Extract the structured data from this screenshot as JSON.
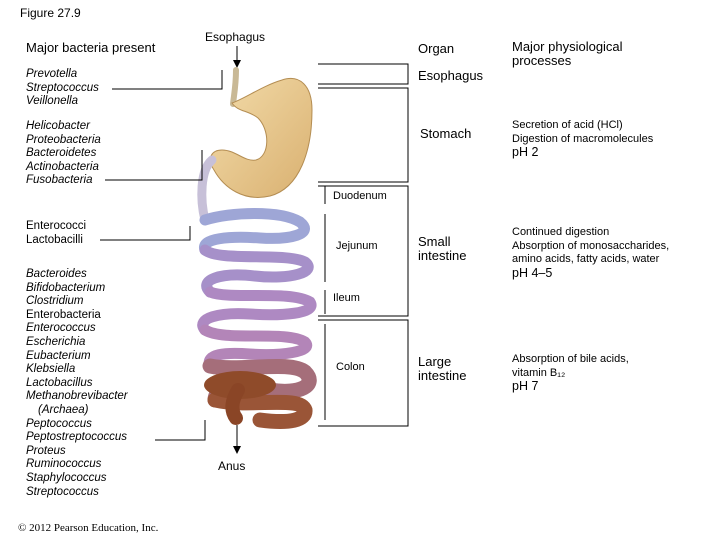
{
  "figure_label": "Figure 27.9",
  "headers": {
    "bacteria": "Major bacteria present",
    "organ": "Organ",
    "processes": "Major physiological processes"
  },
  "labels": {
    "esophagus_top": "Esophagus",
    "anus": "Anus",
    "duodenum": "Duodenum",
    "jejunum": "Jejunum",
    "ileum": "Ileum",
    "colon": "Colon"
  },
  "organs": {
    "esophagus": "Esophagus",
    "stomach": "Stomach",
    "small_intestine": [
      "Small",
      "intestine"
    ],
    "large_intestine": [
      "Large",
      "intestine"
    ]
  },
  "bacteria_groups": {
    "esophagus": [
      "Prevotella",
      "Streptococcus",
      "Veillonella"
    ],
    "stomach": [
      "Helicobacter",
      "Proteobacteria",
      "Bacteroidetes",
      "Actinobacteria",
      "Fusobacteria"
    ],
    "small_intestine": [
      "Enterococci",
      "Lactobacilli"
    ],
    "large_intestine": [
      "Bacteroides",
      "Bifidobacterium",
      "Clostridium",
      "Enterobacteria",
      "Enterococcus",
      "Escherichia",
      "Eubacterium",
      "Klebsiella",
      "Lactobacillus",
      "Methanobrevibacter",
      "(Archaea)",
      "Peptococcus",
      "Peptostreptococcus",
      "Proteus",
      "Ruminococcus",
      "Staphylococcus",
      "Streptococcus"
    ]
  },
  "processes": {
    "stomach": [
      "Secretion of acid (HCl)",
      "Digestion of macromolecules"
    ],
    "stomach_ph": "pH 2",
    "small_intestine": [
      "Continued digestion",
      "Absorption of monosaccharides,",
      "amino acids, fatty acids, water"
    ],
    "small_intestine_ph": "pH 4–5",
    "large_intestine": [
      "Absorption of bile acids,",
      "vitamin B₁₂"
    ],
    "large_intestine_ph": "pH 7"
  },
  "copyright": "© 2012 Pearson Education, Inc.",
  "colors": {
    "esophagus": "#c7b48e",
    "stomach": "#e8c98c",
    "duodenum": "#8f97c9",
    "jejunum": "#a88fc8",
    "ileum": "#b37fb8",
    "colon": "#9a5a3a"
  }
}
